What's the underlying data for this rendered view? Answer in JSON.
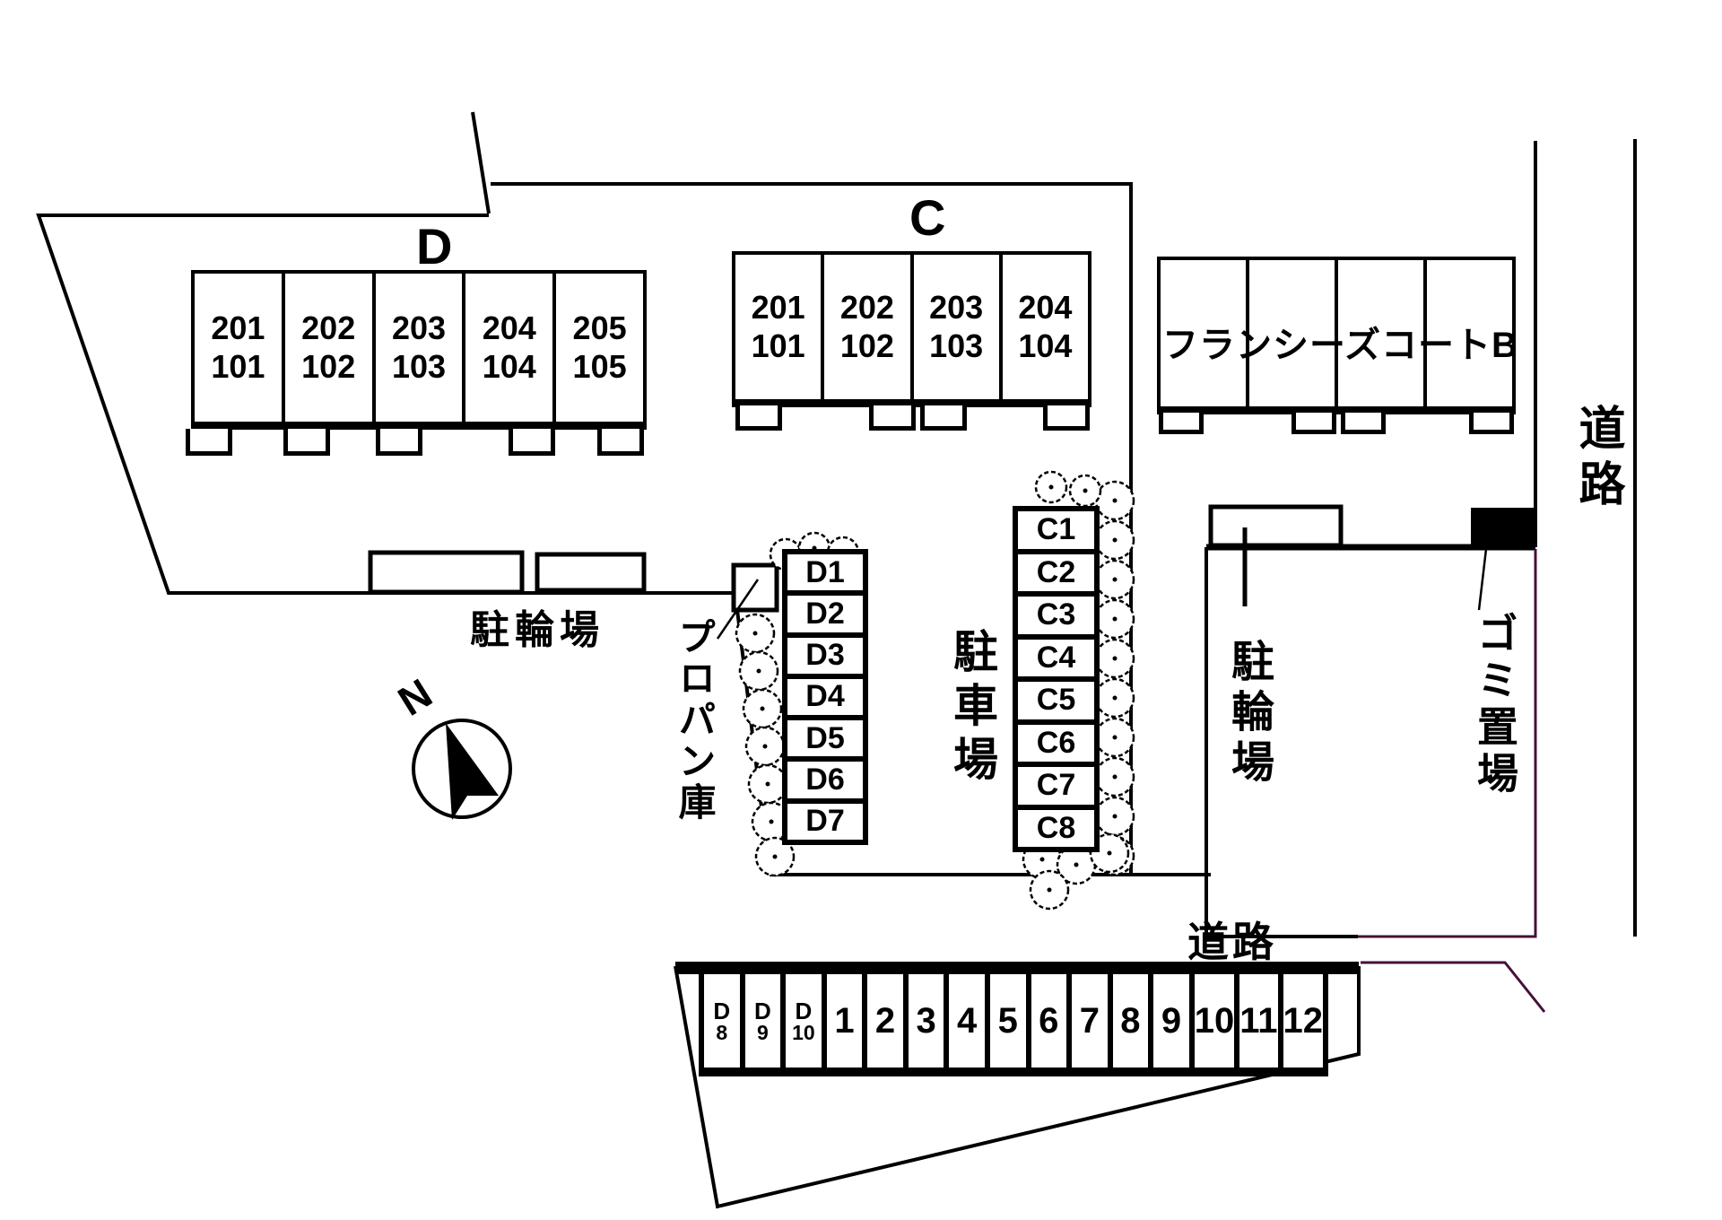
{
  "buildings": {
    "d": {
      "label": "D",
      "units": [
        [
          "201",
          "101"
        ],
        [
          "202",
          "102"
        ],
        [
          "203",
          "103"
        ],
        [
          "204",
          "104"
        ],
        [
          "205",
          "105"
        ]
      ]
    },
    "c": {
      "label": "C",
      "units": [
        [
          "201",
          "101"
        ],
        [
          "202",
          "102"
        ],
        [
          "203",
          "103"
        ],
        [
          "204",
          "104"
        ]
      ]
    },
    "b": {
      "name": "フランシーズコートB"
    }
  },
  "parking": {
    "d_stalls": [
      "D1",
      "D2",
      "D3",
      "D4",
      "D5",
      "D6",
      "D7"
    ],
    "c_stalls": [
      "C1",
      "C2",
      "C3",
      "C4",
      "C5",
      "C6",
      "C7",
      "C8"
    ],
    "bottom_stalls": [
      {
        "top": "D",
        "num": "8"
      },
      {
        "top": "D",
        "num": "9"
      },
      {
        "top": "D",
        "num": "10"
      },
      {
        "num": "1"
      },
      {
        "num": "2"
      },
      {
        "num": "3"
      },
      {
        "num": "4"
      },
      {
        "num": "5"
      },
      {
        "num": "6"
      },
      {
        "num": "7"
      },
      {
        "num": "8"
      },
      {
        "num": "9"
      },
      {
        "num": "10"
      },
      {
        "num": "11"
      },
      {
        "num": "12"
      }
    ]
  },
  "labels": {
    "bicycle_parking_d": "駐輪場",
    "bicycle_parking_b": "駐輪場",
    "propane_storage": "プロパン庫",
    "car_parking": "駐車場",
    "garbage_area": "ゴミ置場",
    "road_right": "道路",
    "road_bottom": "道路"
  },
  "compass": {
    "label": "N"
  },
  "colors": {
    "line": "#000000",
    "boundary_purple": "#441038",
    "background": "#ffffff"
  }
}
